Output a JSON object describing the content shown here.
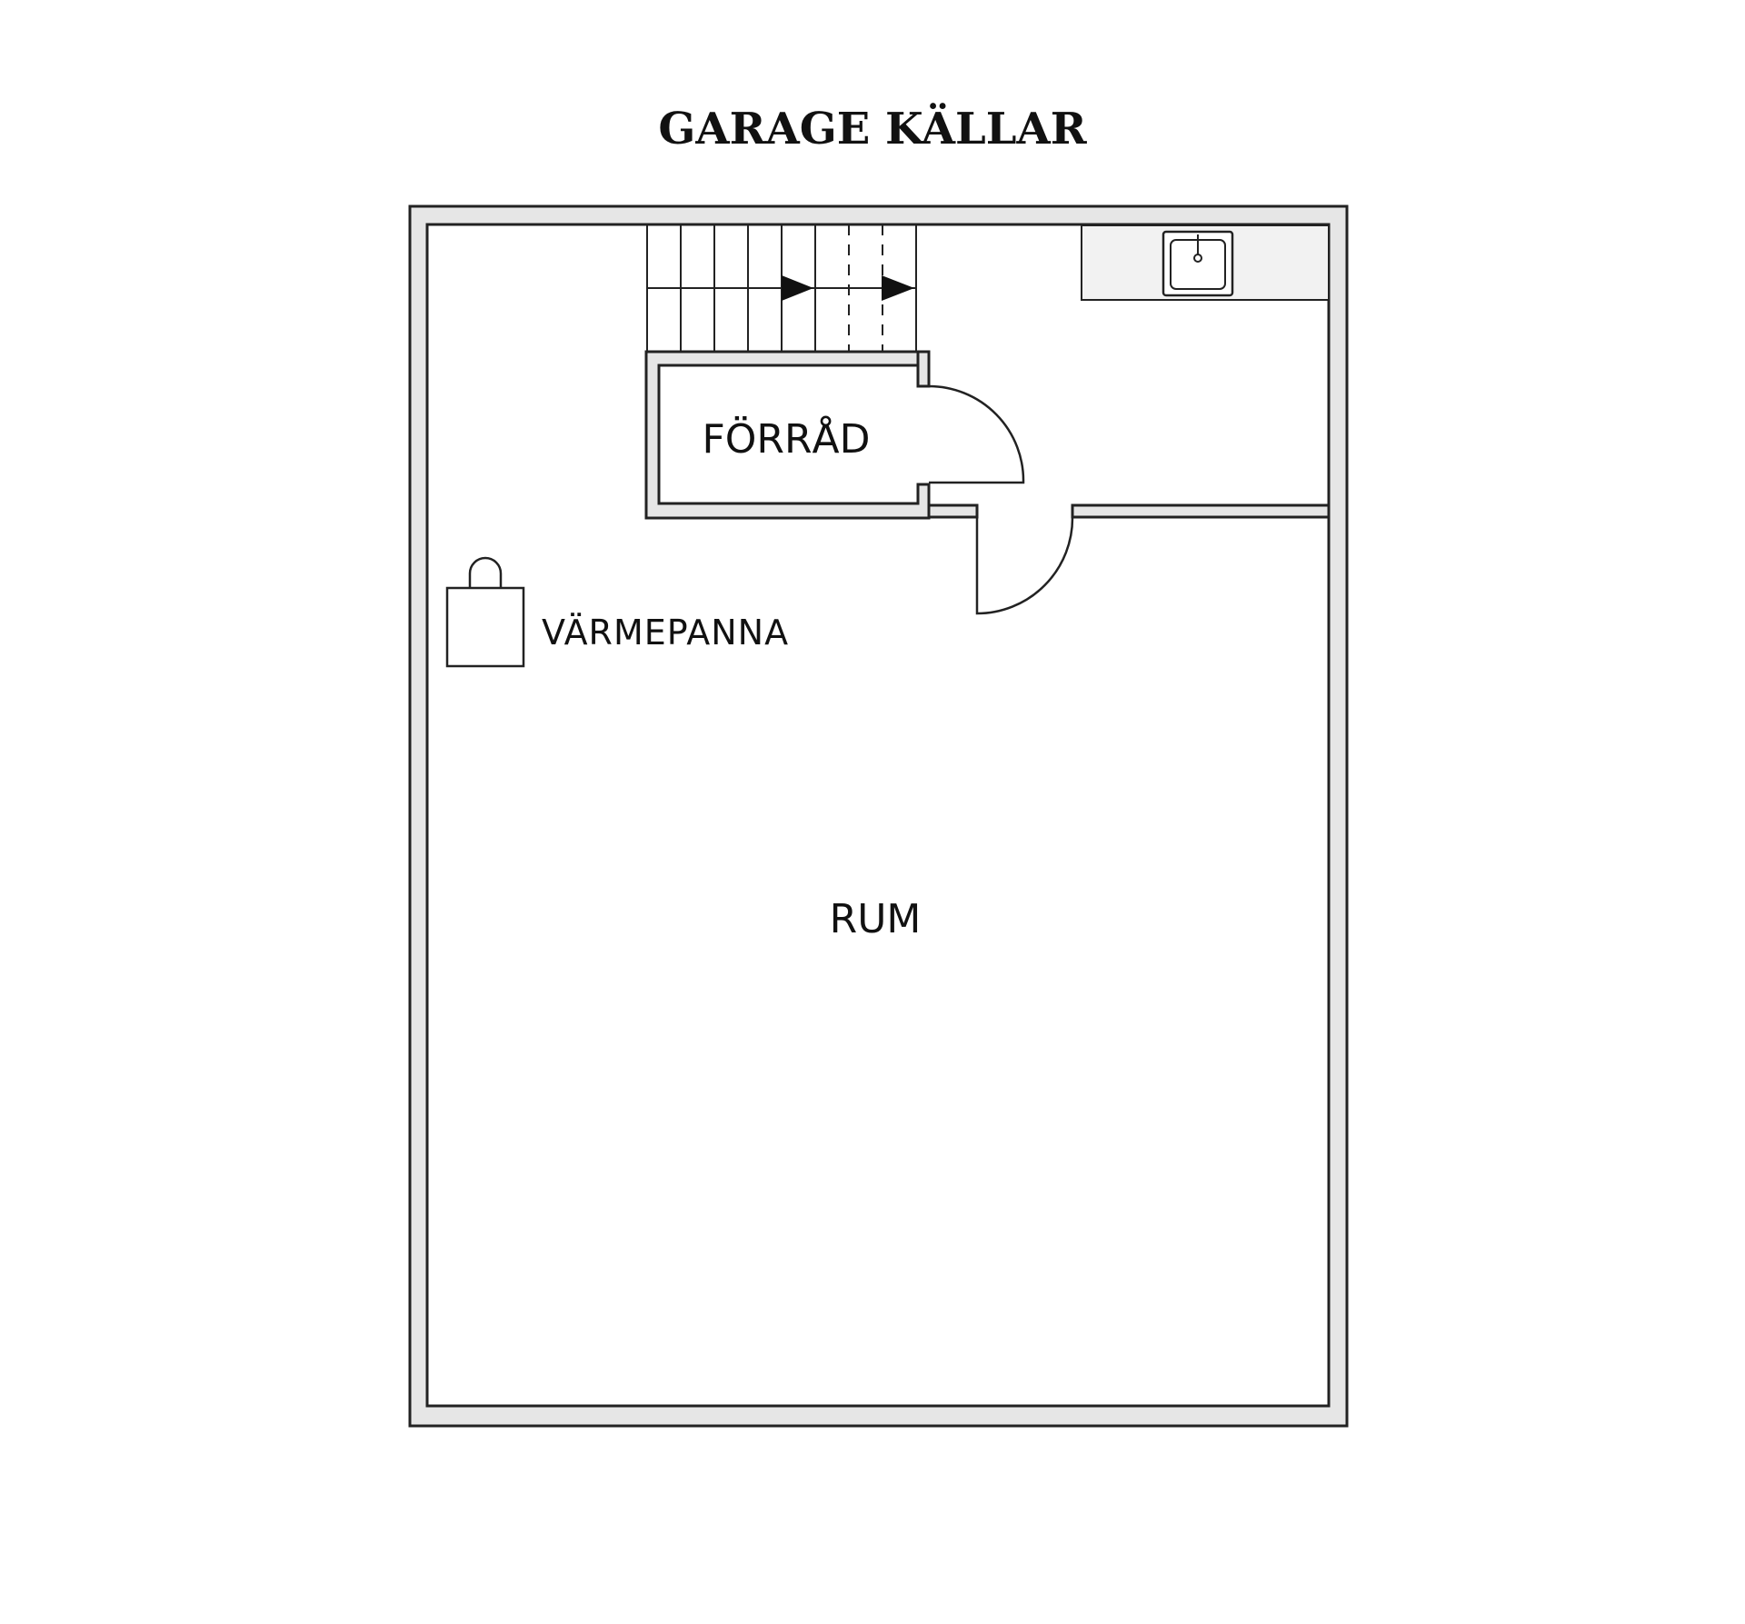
{
  "title": "GARAGE KÄLLAR",
  "rooms": {
    "storage": "FÖRRÅD",
    "main_room": "RUM"
  },
  "fixtures": {
    "boiler": "VÄRMEPANNA"
  },
  "colors": {
    "wall_fill": "#e6e6e6",
    "line": "#222222",
    "background": "#ffffff"
  },
  "icons": [
    "stairs-icon",
    "sink-icon",
    "boiler-icon",
    "door-swing-icon"
  ]
}
